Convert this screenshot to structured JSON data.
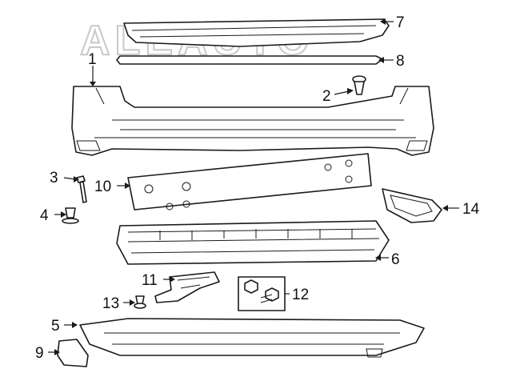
{
  "watermark": {
    "text": "ALEAUTO"
  },
  "callouts": [
    {
      "id": "1",
      "label": "1"
    },
    {
      "id": "2",
      "label": "2"
    },
    {
      "id": "3",
      "label": "3"
    },
    {
      "id": "4",
      "label": "4"
    },
    {
      "id": "5",
      "label": "5"
    },
    {
      "id": "6",
      "label": "6"
    },
    {
      "id": "7",
      "label": "7"
    },
    {
      "id": "8",
      "label": "8"
    },
    {
      "id": "9",
      "label": "9"
    },
    {
      "id": "10",
      "label": "10"
    },
    {
      "id": "11",
      "label": "11"
    },
    {
      "id": "12",
      "label": "12"
    },
    {
      "id": "13",
      "label": "13"
    },
    {
      "id": "14",
      "label": "14"
    }
  ],
  "colors": {
    "line": "#1a1a1a",
    "background": "#ffffff",
    "watermark": "#c9c9c9"
  }
}
